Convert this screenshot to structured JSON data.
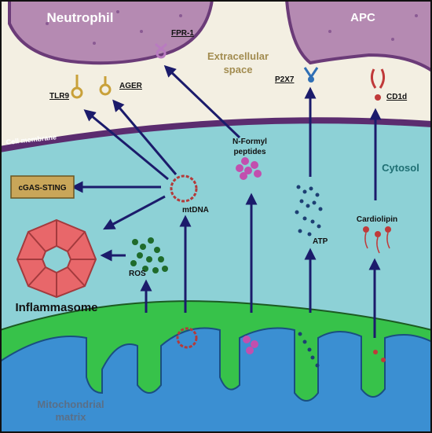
{
  "labels": {
    "neutrophil": "Neutrophil",
    "apc": "APC",
    "fpr1": "FPR-1",
    "extracellular_line1": "Extracellular",
    "extracellular_line2": "space",
    "tlr9": "TLR9",
    "ager": "AGER",
    "p2x7": "P2X7",
    "cd1d": "CD1d",
    "cell_membrane": "Cell membrane",
    "cytosol": "Cytosol",
    "nformyl_line1": "N-Formyl",
    "nformyl_line2": "peptides",
    "cgas_sting": "cGAS-STING",
    "mtdna": "mtDNA",
    "ros": "ROS",
    "inflammasome": "Inflammasome",
    "atp": "ATP",
    "cardiolipin": "Cardiolipin",
    "matrix_line1": "Mitochondrial",
    "matrix_line2": "matrix"
  },
  "colors": {
    "extracellular": "#f3efe2",
    "cytosol": "#8dd1d6",
    "membrane": "#5b2c6f",
    "cell": "#b58ab2",
    "mito_outer": "#37c24a",
    "matrix": "#3b8fd2",
    "arrow": "#1b1b6b",
    "inflammasome": "#e8676a",
    "ros": "#1f6b2b",
    "atp": "#1d3f73",
    "peptides": "#c24fae",
    "mtdna": "#b43a3a",
    "cardiolipin": "#c03a3a",
    "cgas_box": "#c9a659"
  }
}
